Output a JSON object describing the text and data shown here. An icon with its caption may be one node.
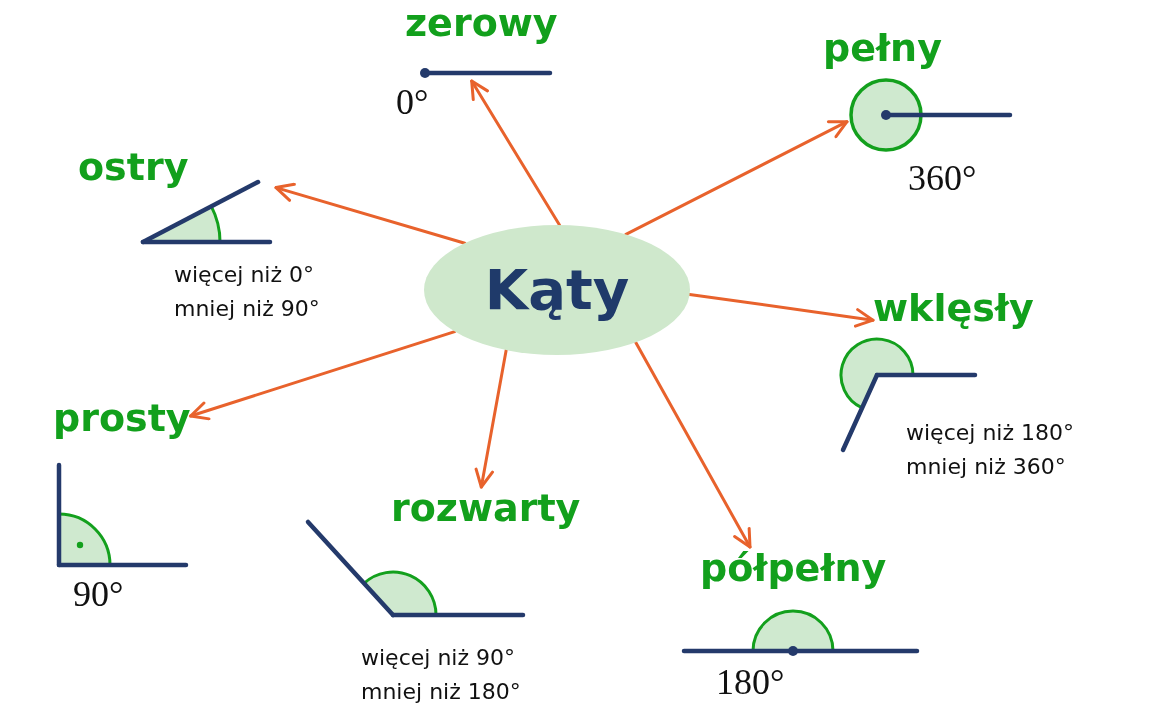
{
  "diagram": {
    "nodes": [
      {
        "text": [
          "Kąty"
        ]
      },
      {
        "text": [
          "zerowy"
        ],
        "beside": [
          "0°"
        ]
      },
      {
        "text": [
          "pełny"
        ],
        "beside": [
          "360°"
        ]
      },
      {
        "text": [
          "ostry"
        ],
        "beside": [
          "więcej niż 0° mniej niż 90°"
        ]
      },
      {
        "text": [
          "wklęsły"
        ],
        "beside": [
          "więcej niż 180° mniej niż 360°"
        ]
      },
      {
        "text": [
          "prosty"
        ],
        "beside": [
          "90°"
        ]
      },
      {
        "text": [
          "rozwarty"
        ],
        "beside": [
          "więcej niż 90° mniej niż 180°"
        ]
      },
      {
        "text": [
          "półpełny"
        ],
        "beside": [
          "180°"
        ]
      }
    ],
    "edges": [
      {
        "from": 0,
        "to": 1,
        "arrow": "to"
      },
      {
        "from": 0,
        "to": 2,
        "arrow": "to"
      },
      {
        "from": 0,
        "to": 3,
        "arrow": "to"
      },
      {
        "from": 0,
        "to": 4,
        "arrow": "to"
      },
      {
        "from": 0,
        "to": 5,
        "arrow": "to"
      },
      {
        "from": 0,
        "to": 6,
        "arrow": "to"
      },
      {
        "from": 0,
        "to": 7,
        "arrow": "to"
      }
    ]
  }
}
